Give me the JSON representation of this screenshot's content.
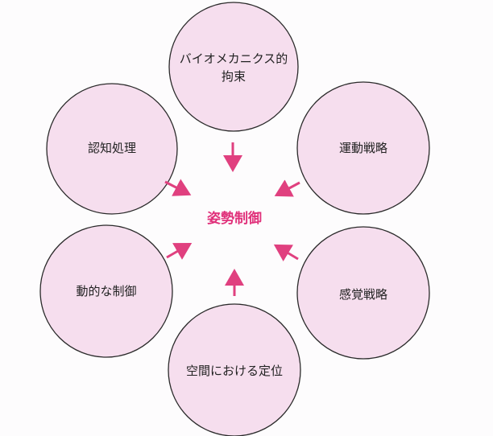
{
  "title": "姿勢制御",
  "factors": [
    {
      "line1": "バイオメカニクス的",
      "line2": "拘束"
    },
    {
      "line1": "運動戦略",
      "line2": ""
    },
    {
      "line1": "感覚戦略",
      "line2": ""
    },
    {
      "line1": "空間における定位",
      "line2": ""
    },
    {
      "line1": "動的な制御",
      "line2": ""
    },
    {
      "line1": "認知処理",
      "line2": ""
    }
  ],
  "colors": {
    "circle_fill": "#f6deee",
    "circle_stroke": "#2a2a2a",
    "arrow": "#e0407f",
    "title": "#e0307a"
  }
}
